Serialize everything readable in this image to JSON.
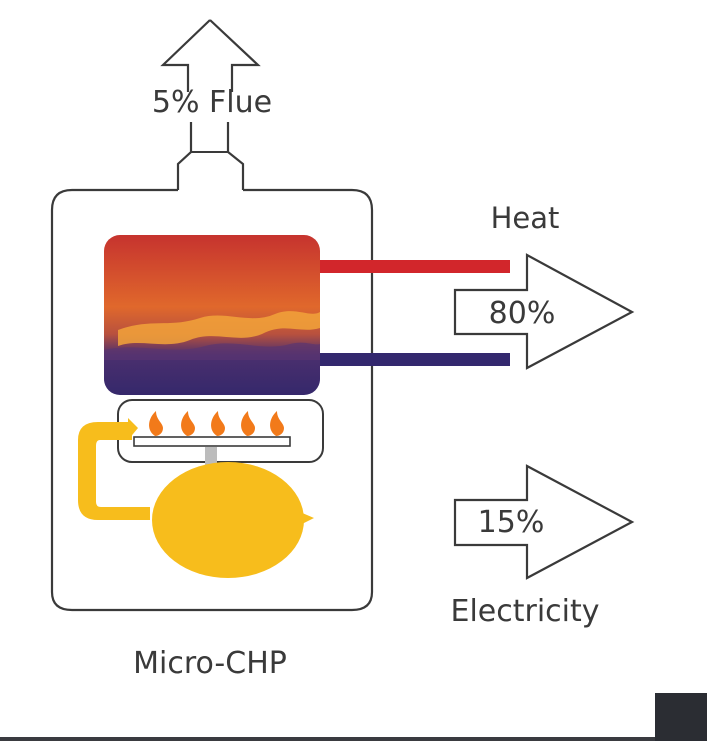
{
  "diagram": {
    "flue_label": "5% Flue",
    "heat_label": "Heat",
    "heat_percent": "80%",
    "electricity_percent": "15%",
    "electricity_label": "Electricity",
    "device_label": "Micro-CHP"
  },
  "colors": {
    "hot_pipe": "#d2262b",
    "cold_pipe": "#33286e",
    "engine": "#f7bd1c",
    "outline": "#3a3a3a",
    "flame": "#f27a1a",
    "corner_block": "#2b2d33"
  },
  "icons": {
    "burner": "flame-icon",
    "flue": "up-arrow-icon",
    "heat": "right-arrow-icon",
    "electricity": "right-arrow-icon"
  }
}
